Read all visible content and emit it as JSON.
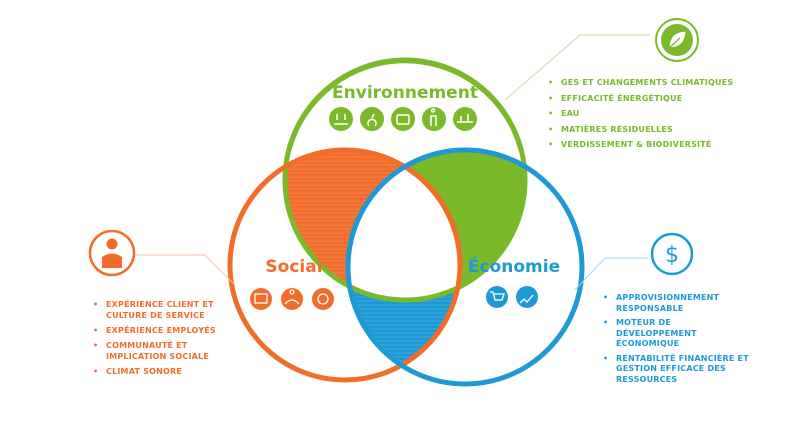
{
  "colors": {
    "environment": "#7ab929",
    "social": "#f26c2a",
    "economy": "#1d9ad6"
  },
  "environment": {
    "title": "Environnement",
    "icon": "leaf-icon",
    "sub_icons": [
      "plant-icon",
      "water-drops-icon",
      "vehicle-icon",
      "recycling-person-icon",
      "landscape-icon"
    ],
    "items": [
      "GES ET CHANGEMENTS CLIMATIQUES",
      "EFFICACITÉ ÉNERGÉTIQUE",
      "EAU",
      "MATIÈRES RÉSIDUELLES",
      "VERDISSEMENT & BIODIVERSITÉ"
    ]
  },
  "social": {
    "title": "Social",
    "icon": "person-icon",
    "sub_icons": [
      "building-icon",
      "crowd-icon",
      "community-icon"
    ],
    "items": [
      "EXPÉRIENCE CLIENT ET CULTURE DE SERVICE",
      "EXPÉRIENCE EMPLOYÉS",
      "COMMUNAUTÉ ET IMPLICATION SOCIALE",
      "CLIMAT SONORE"
    ]
  },
  "economy": {
    "title": "Économie",
    "icon": "dollar-icon",
    "icon_glyph": "$",
    "sub_icons": [
      "cart-icon",
      "growth-chart-icon"
    ],
    "items": [
      "APPROVISIONNEMENT RESPONSABLE",
      "MOTEUR DE DÉVELOPPEMENT ÉCONOMIQUE",
      "RENTABILITÉ FINANCIÈRE ET GESTION EFFICACE DES RESSOURCES"
    ]
  }
}
